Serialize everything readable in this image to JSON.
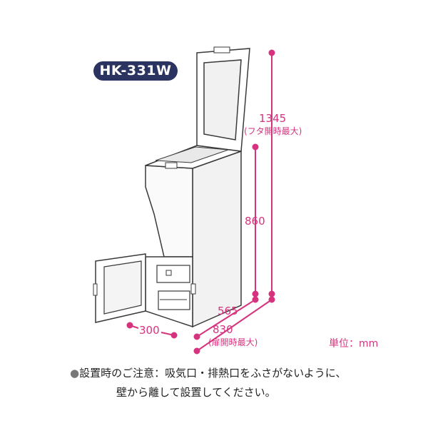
{
  "model": "HK-331W",
  "dimensions": {
    "height_open_value": "1345",
    "height_open_label": "(フタ開時最大)",
    "height_value": "860",
    "depth_value": "565",
    "width_value": "300",
    "depth_open_value": "830",
    "depth_open_label": "(扉開時最大)"
  },
  "unit_label": "単位：mm",
  "notes": {
    "bullet": "●",
    "line1": "設置時のご注意：吸気口・排熱口をふさがないように、",
    "line2": "壁から離して設置してください。"
  },
  "colors": {
    "dimension": "#d6337f",
    "badge": "#2b3461",
    "body": "#5b5b5b"
  }
}
